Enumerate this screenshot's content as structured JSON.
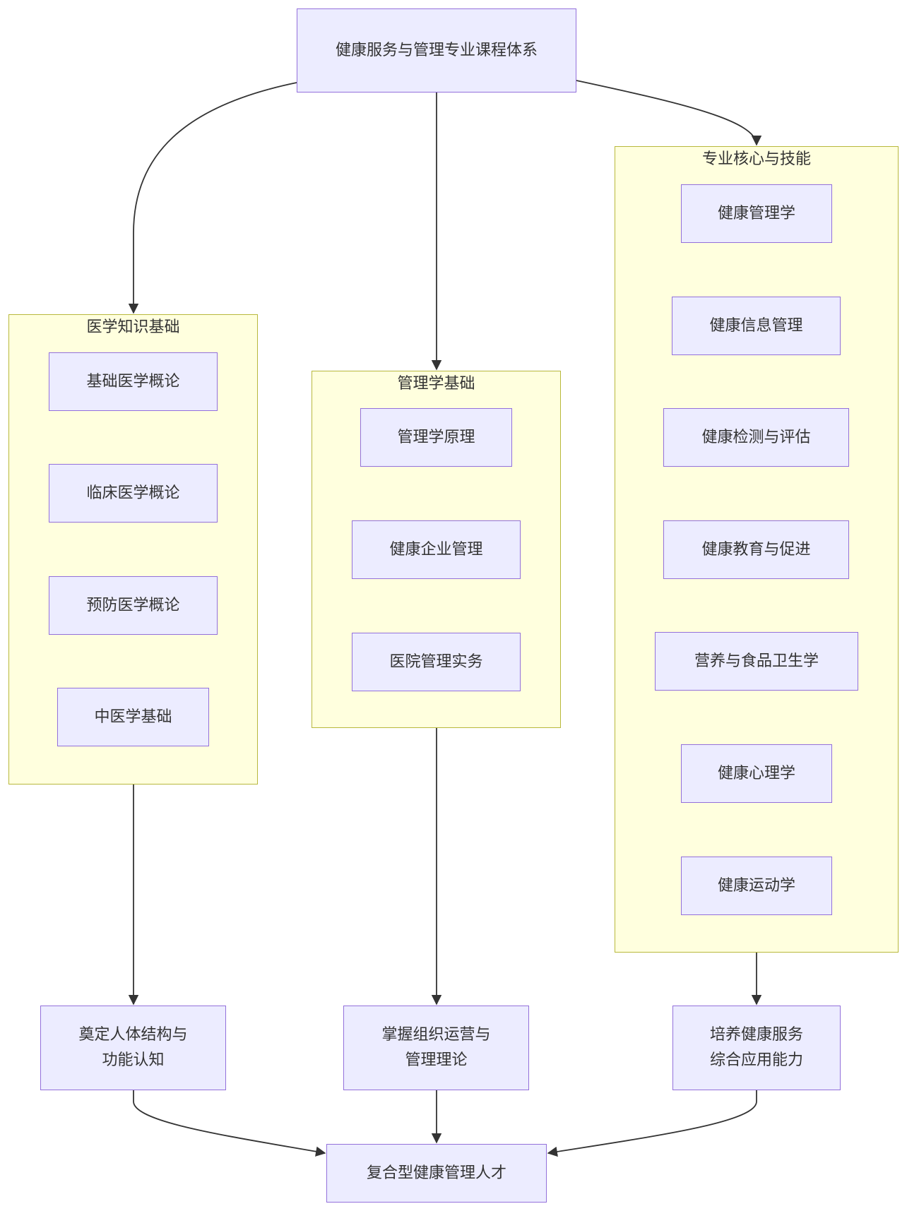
{
  "diagram": {
    "type": "flowchart",
    "root": {
      "id": "root",
      "label": "健康服务与管理专业课程体系"
    },
    "clusters": [
      {
        "id": "med",
        "title": "医学知识基础",
        "nodes": [
          "基础医学概论",
          "临床医学概论",
          "预防医学概论",
          "中医学基础"
        ],
        "outcome": "奠定人体结构与功能认知"
      },
      {
        "id": "mgmt",
        "title": "管理学基础",
        "nodes": [
          "管理学原理",
          "健康企业管理",
          "医院管理实务"
        ],
        "outcome": "掌握组织运营与管理理论"
      },
      {
        "id": "core",
        "title": "专业核心与技能",
        "nodes": [
          "健康管理学",
          "健康信息管理",
          "健康检测与评估",
          "健康教育与促进",
          "营养与食品卫生学",
          "健康心理学",
          "健康运动学"
        ],
        "outcome": "培养健康服务综合应用能力"
      }
    ],
    "final": {
      "id": "final",
      "label": "复合型健康管理人才"
    },
    "edges": [
      [
        "root",
        "med"
      ],
      [
        "root",
        "mgmt"
      ],
      [
        "root",
        "core"
      ],
      [
        "med",
        "out_med"
      ],
      [
        "mgmt",
        "out_mgmt"
      ],
      [
        "core",
        "out_core"
      ],
      [
        "out_med",
        "final"
      ],
      [
        "out_mgmt",
        "final"
      ],
      [
        "out_core",
        "final"
      ]
    ],
    "colors": {
      "node_fill": "#ececff",
      "node_stroke": "#9370db",
      "cluster_fill": "#ffffde",
      "cluster_stroke": "#b8b83c",
      "edge": "#333333",
      "text": "#333333"
    }
  }
}
